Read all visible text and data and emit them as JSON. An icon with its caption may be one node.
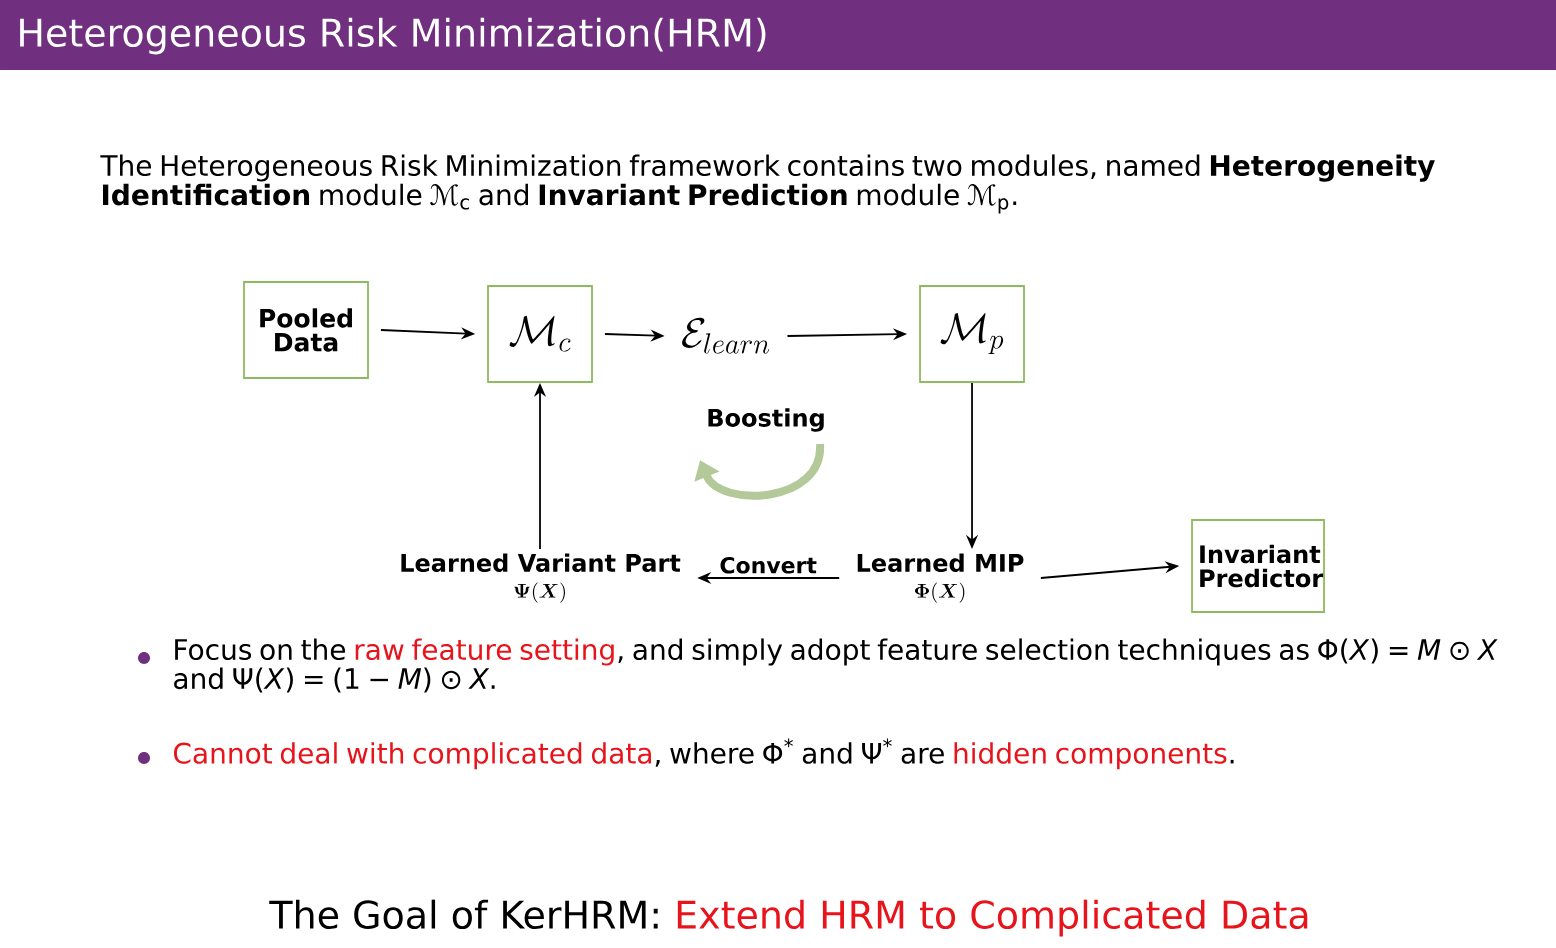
{
  "diagram": {
    "title": "Heterogeneous Risk Minimization(HRM)",
    "nodes": [
      {
        "text": [
          "Pooled Data"
        ]
      },
      {
        "text": [
          "\\mathcal{M}_c"
        ]
      },
      {
        "text": [
          "\\mathcal{E}_{learn}"
        ]
      },
      {
        "text": [
          "\\mathcal{M}_p"
        ]
      },
      {
        "text": [
          "Learned Variant Part",
          "\\boldsymbol{\\Psi}(\\boldsymbol{X})"
        ]
      },
      {
        "text": [
          "Learned MIP",
          "\\boldsymbol{\\Phi}(\\boldsymbol{X})"
        ]
      },
      {
        "text": [
          "Invariant Predictor"
        ]
      }
    ],
    "edges": [
      {
        "from": 0,
        "to": 1,
        "arrow": "to"
      },
      {
        "from": 1,
        "to": 2,
        "arrow": "to"
      },
      {
        "from": 2,
        "to": 3,
        "arrow": "to"
      },
      {
        "from": 3,
        "to": 5,
        "arrow": "to"
      },
      {
        "from": 5,
        "to": 4,
        "arrow": "to",
        "label": "Convert"
      },
      {
        "from": 4,
        "to": 1,
        "arrow": "to"
      },
      {
        "from": 5,
        "to": 6,
        "arrow": "to"
      }
    ],
    "labels": [
      "The Heterogeneous Risk Minimization framework contains two modules, named **Heterogeneity Identification** module ℳ$_{c}$ and **Invariant Prediction** module ℳ$_{p}$.",
      "Boosting",
      "Focus on the",
      "raw feature setting",
      ", and simply adopt feature selection techniques as Φ(*X*) = *M* ⊙ *X* and Ψ(*X*) = (1 − *M*) ⊙ *X*.",
      "Cannot deal with complicated data",
      ", where Φ$^{*}$ and Ψ$^{*}$ are",
      "hidden components",
      ".",
      "The Goal of KerHRM:",
      "Extend HRM to Complicated Data"
    ]
  }
}
